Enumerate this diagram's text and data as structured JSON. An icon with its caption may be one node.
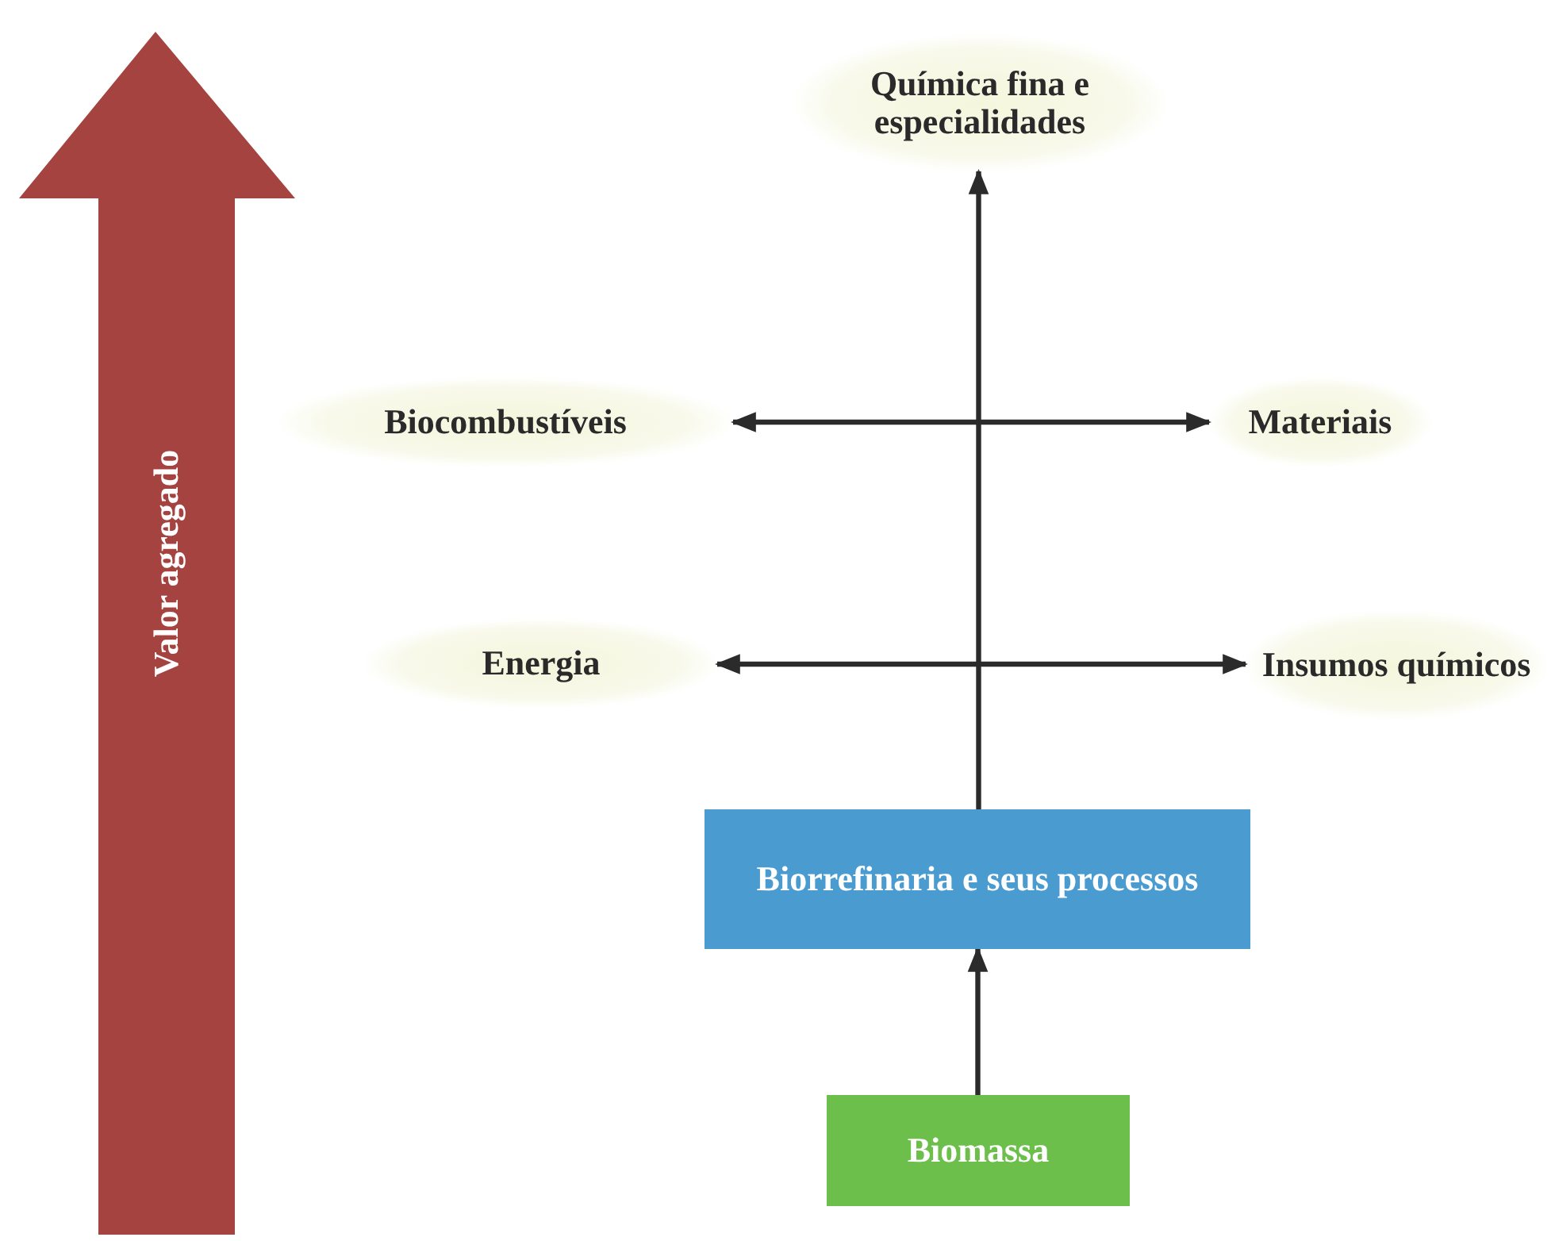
{
  "diagram": {
    "nodes": [
      {
        "text": [
          "Química fina e especialidades"
        ]
      },
      {
        "text": [
          "Biocombustíveis"
        ]
      },
      {
        "text": [
          "Materiais"
        ]
      },
      {
        "text": [
          "Energia"
        ]
      },
      {
        "text": [
          "Insumos químicos"
        ]
      },
      {
        "text": [
          "Biorrefinaria e seus processos"
        ]
      },
      {
        "text": [
          "Biomassa"
        ]
      }
    ],
    "edges": [
      {
        "from": 5,
        "to": 0,
        "arrow": "to"
      },
      {
        "from": 1,
        "to": 2,
        "arrow": "both"
      },
      {
        "from": 3,
        "to": 4,
        "arrow": "both"
      },
      {
        "from": 6,
        "to": 5,
        "arrow": "to"
      }
    ],
    "labels": [
      "Valor agregado"
    ]
  }
}
